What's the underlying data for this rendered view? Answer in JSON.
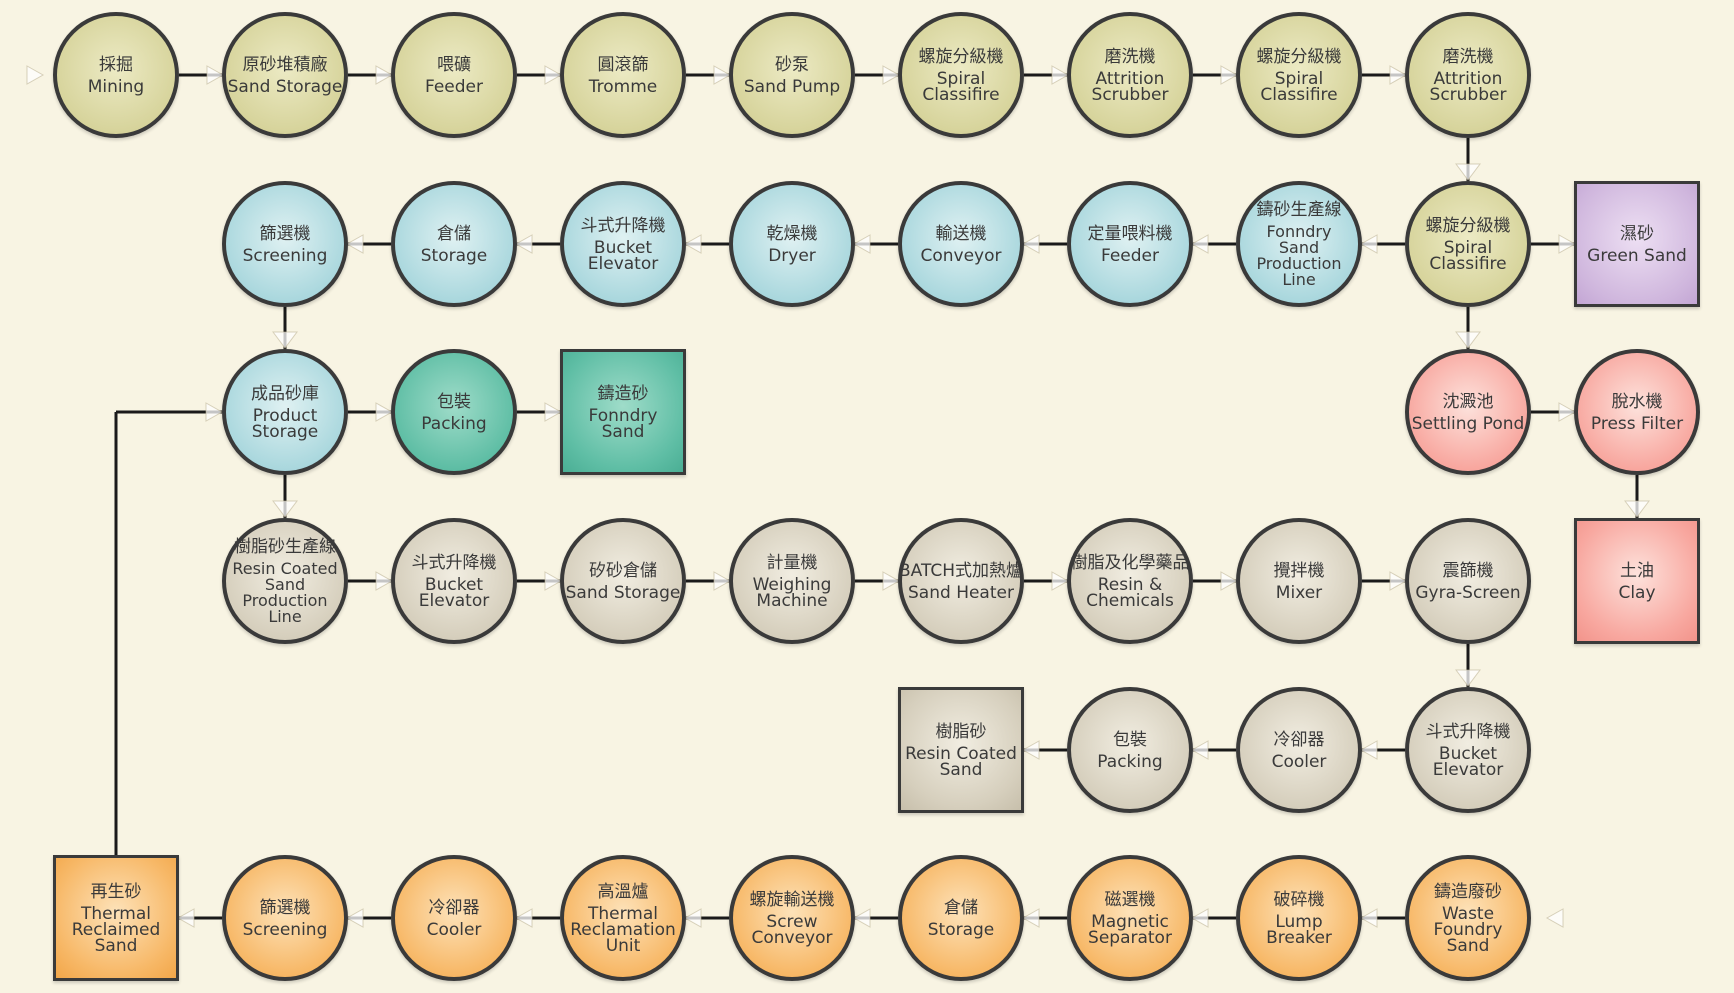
{
  "nodes": [
    {
      "id": "mining",
      "zh": "採掘",
      "en": "Mining",
      "shape": "circle",
      "color": "olive"
    },
    {
      "id": "sand-storage-1",
      "zh": "原砂堆積廠",
      "en": "Sand Storage",
      "shape": "circle",
      "color": "olive"
    },
    {
      "id": "feeder-1",
      "zh": "喂礦",
      "en": "Feeder",
      "shape": "circle",
      "color": "olive"
    },
    {
      "id": "tromme",
      "zh": "圓滾篩",
      "en": "Tromme",
      "shape": "circle",
      "color": "olive"
    },
    {
      "id": "sand-pump",
      "zh": "砂泵",
      "en": "Sand Pump",
      "shape": "circle",
      "color": "olive"
    },
    {
      "id": "spiral-classifire-1",
      "zh": "螺旋分級機",
      "en": "Spiral\nClassifire",
      "shape": "circle",
      "color": "olive"
    },
    {
      "id": "attrition-scrubber-1",
      "zh": "磨洗機",
      "en": "Attrition\nScrubber",
      "shape": "circle",
      "color": "olive"
    },
    {
      "id": "spiral-classifire-2",
      "zh": "螺旋分級機",
      "en": "Spiral\nClassifire",
      "shape": "circle",
      "color": "olive"
    },
    {
      "id": "attrition-scrubber-2",
      "zh": "磨洗機",
      "en": "Attrition\nScrubber",
      "shape": "circle",
      "color": "olive"
    },
    {
      "id": "spiral-classifire-3",
      "zh": "螺旋分級機",
      "en": "Spiral\nClassifire",
      "shape": "circle",
      "color": "olive"
    },
    {
      "id": "green-sand",
      "zh": "濕砂",
      "en": "Green Sand",
      "shape": "square",
      "color": "purple"
    },
    {
      "id": "foundry-line",
      "zh": "鑄砂生產線",
      "en": "Fonndry\nSand\nProduction\nLine",
      "shape": "circle",
      "color": "blue",
      "small": true
    },
    {
      "id": "feeder-2",
      "zh": "定量喂料機",
      "en": "Feeder",
      "shape": "circle",
      "color": "blue"
    },
    {
      "id": "conveyor",
      "zh": "輸送機",
      "en": "Conveyor",
      "shape": "circle",
      "color": "blue"
    },
    {
      "id": "dryer",
      "zh": "乾燥機",
      "en": "Dryer",
      "shape": "circle",
      "color": "blue"
    },
    {
      "id": "bucket-elevator-1",
      "zh": "斗式升降機",
      "en": "Bucket\nElevator",
      "shape": "circle",
      "color": "blue"
    },
    {
      "id": "storage-1",
      "zh": "倉儲",
      "en": "Storage",
      "shape": "circle",
      "color": "blue"
    },
    {
      "id": "screening-1",
      "zh": "篩選機",
      "en": "Screening",
      "shape": "circle",
      "color": "blue"
    },
    {
      "id": "product-storage",
      "zh": "成品砂庫",
      "en": "Product\nStorage",
      "shape": "circle",
      "color": "blue"
    },
    {
      "id": "packing-1",
      "zh": "包裝",
      "en": "Packing",
      "shape": "circle",
      "color": "teal"
    },
    {
      "id": "foundry-sand",
      "zh": "鑄造砂",
      "en": "Fonndry\nSand",
      "shape": "square",
      "color": "teal"
    },
    {
      "id": "settling-pond",
      "zh": "沈澱池",
      "en": "Settling Pond",
      "shape": "circle",
      "color": "pink"
    },
    {
      "id": "press-filter",
      "zh": "脫水機",
      "en": "Press Filter",
      "shape": "circle",
      "color": "pink"
    },
    {
      "id": "clay",
      "zh": "土油",
      "en": "Clay",
      "shape": "square",
      "color": "pink"
    },
    {
      "id": "resin-line",
      "zh": "樹脂砂生產線",
      "en": "Resin Coated\nSand\nProduction\nLine",
      "shape": "circle",
      "color": "tan",
      "small": true
    },
    {
      "id": "bucket-elevator-2",
      "zh": "斗式升降機",
      "en": "Bucket\nElevator",
      "shape": "circle",
      "color": "tan"
    },
    {
      "id": "sand-storage-2",
      "zh": "矽砂倉儲",
      "en": "Sand Storage",
      "shape": "circle",
      "color": "tan"
    },
    {
      "id": "weighing-machine",
      "zh": "計量機",
      "en": "Weighing\nMachine",
      "shape": "circle",
      "color": "tan"
    },
    {
      "id": "sand-heater",
      "zh": "BATCH式加熱爐",
      "en": "Sand Heater",
      "shape": "circle",
      "color": "tan"
    },
    {
      "id": "resin-chemicals",
      "zh": "樹脂及化學藥品",
      "en": "Resin &\nChemicals",
      "shape": "circle",
      "color": "tan"
    },
    {
      "id": "mixer",
      "zh": "攪拌機",
      "en": "Mixer",
      "shape": "circle",
      "color": "tan"
    },
    {
      "id": "gyra-screen",
      "zh": "震篩機",
      "en": "Gyra-Screen",
      "shape": "circle",
      "color": "tan"
    },
    {
      "id": "bucket-elevator-3",
      "zh": "斗式升降機",
      "en": "Bucket\nElevator",
      "shape": "circle",
      "color": "tan"
    },
    {
      "id": "cooler-1",
      "zh": "冷卻器",
      "en": "Cooler",
      "shape": "circle",
      "color": "tan"
    },
    {
      "id": "packing-2",
      "zh": "包裝",
      "en": "Packing",
      "shape": "circle",
      "color": "tan"
    },
    {
      "id": "resin-coated-sand",
      "zh": "樹脂砂",
      "en": "Resin Coated\nSand",
      "shape": "square",
      "color": "tan"
    },
    {
      "id": "waste-foundry-sand",
      "zh": "鑄造廢砂",
      "en": "Waste\nFoundry\nSand",
      "shape": "circle",
      "color": "orange"
    },
    {
      "id": "lump-breaker",
      "zh": "破碎機",
      "en": "Lump Breaker",
      "shape": "circle",
      "color": "orange"
    },
    {
      "id": "magnetic-separator",
      "zh": "磁選機",
      "en": "Magnetic\nSeparator",
      "shape": "circle",
      "color": "orange"
    },
    {
      "id": "storage-2",
      "zh": "倉儲",
      "en": "Storage",
      "shape": "circle",
      "color": "orange"
    },
    {
      "id": "screw-conveyor",
      "zh": "螺旋輸送機",
      "en": "Screw\nConveyor",
      "shape": "circle",
      "color": "orange"
    },
    {
      "id": "thermal-reclamation",
      "zh": "高溫爐",
      "en": "Thermal\nReclamation\nUnit",
      "shape": "circle",
      "color": "orange"
    },
    {
      "id": "cooler-2",
      "zh": "冷卻器",
      "en": "Cooler",
      "shape": "circle",
      "color": "orange"
    },
    {
      "id": "screening-2",
      "zh": "篩選機",
      "en": "Screening",
      "shape": "circle",
      "color": "orange"
    },
    {
      "id": "thermal-reclaimed-sand",
      "zh": "再生砂",
      "en": "Thermal\nReclaimed\nSand",
      "shape": "square",
      "color": "orange"
    }
  ],
  "edges": [
    [
      "mining",
      "sand-storage-1"
    ],
    [
      "sand-storage-1",
      "feeder-1"
    ],
    [
      "feeder-1",
      "tromme"
    ],
    [
      "tromme",
      "sand-pump"
    ],
    [
      "sand-pump",
      "spiral-classifire-1"
    ],
    [
      "spiral-classifire-1",
      "attrition-scrubber-1"
    ],
    [
      "attrition-scrubber-1",
      "spiral-classifire-2"
    ],
    [
      "spiral-classifire-2",
      "attrition-scrubber-2"
    ],
    [
      "attrition-scrubber-2",
      "spiral-classifire-3"
    ],
    [
      "spiral-classifire-3",
      "green-sand"
    ],
    [
      "spiral-classifire-3",
      "foundry-line"
    ],
    [
      "foundry-line",
      "feeder-2"
    ],
    [
      "feeder-2",
      "conveyor"
    ],
    [
      "conveyor",
      "dryer"
    ],
    [
      "dryer",
      "bucket-elevator-1"
    ],
    [
      "bucket-elevator-1",
      "storage-1"
    ],
    [
      "storage-1",
      "screening-1"
    ],
    [
      "screening-1",
      "product-storage"
    ],
    [
      "product-storage",
      "packing-1"
    ],
    [
      "packing-1",
      "foundry-sand"
    ],
    [
      "spiral-classifire-3",
      "settling-pond"
    ],
    [
      "settling-pond",
      "press-filter"
    ],
    [
      "press-filter",
      "clay"
    ],
    [
      "product-storage",
      "resin-line"
    ],
    [
      "resin-line",
      "bucket-elevator-2"
    ],
    [
      "bucket-elevator-2",
      "sand-storage-2"
    ],
    [
      "sand-storage-2",
      "weighing-machine"
    ],
    [
      "weighing-machine",
      "sand-heater"
    ],
    [
      "sand-heater",
      "resin-chemicals"
    ],
    [
      "resin-chemicals",
      "mixer"
    ],
    [
      "mixer",
      "gyra-screen"
    ],
    [
      "gyra-screen",
      "bucket-elevator-3"
    ],
    [
      "bucket-elevator-3",
      "cooler-1"
    ],
    [
      "cooler-1",
      "packing-2"
    ],
    [
      "packing-2",
      "resin-coated-sand"
    ],
    [
      "waste-foundry-sand",
      "lump-breaker"
    ],
    [
      "lump-breaker",
      "magnetic-separator"
    ],
    [
      "magnetic-separator",
      "storage-2"
    ],
    [
      "storage-2",
      "screw-conveyor"
    ],
    [
      "screw-conveyor",
      "thermal-reclamation"
    ],
    [
      "thermal-reclamation",
      "cooler-2"
    ],
    [
      "cooler-2",
      "screening-2"
    ],
    [
      "screening-2",
      "thermal-reclaimed-sand"
    ],
    [
      "thermal-reclaimed-sand",
      "product-storage"
    ]
  ]
}
